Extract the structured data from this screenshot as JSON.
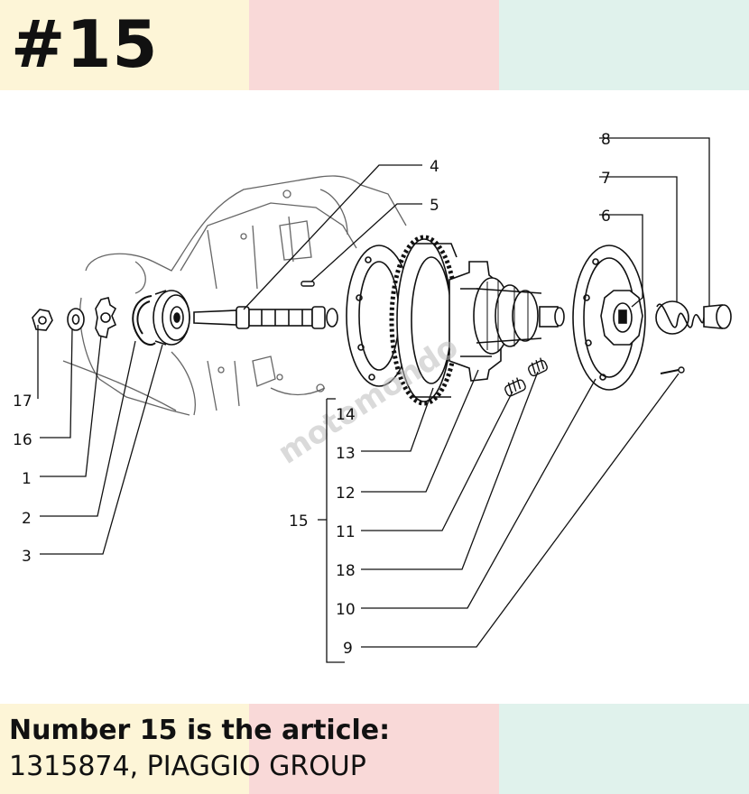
{
  "header": {
    "title": "#15"
  },
  "footer": {
    "caption": "Number 15 is the article:",
    "part": "1315874, PIAGGIO GROUP"
  },
  "colors": {
    "yellow": "#fdf5d7",
    "pink": "#f9d9d8",
    "mint": "#e0f2ec",
    "line": "#111111"
  },
  "diagram": {
    "watermark": "motomondo",
    "callouts": [
      "17",
      "16",
      "1",
      "2",
      "3",
      "4",
      "5",
      "8",
      "7",
      "6",
      "15",
      "14",
      "13",
      "12",
      "11",
      "18",
      "10",
      "9"
    ]
  }
}
